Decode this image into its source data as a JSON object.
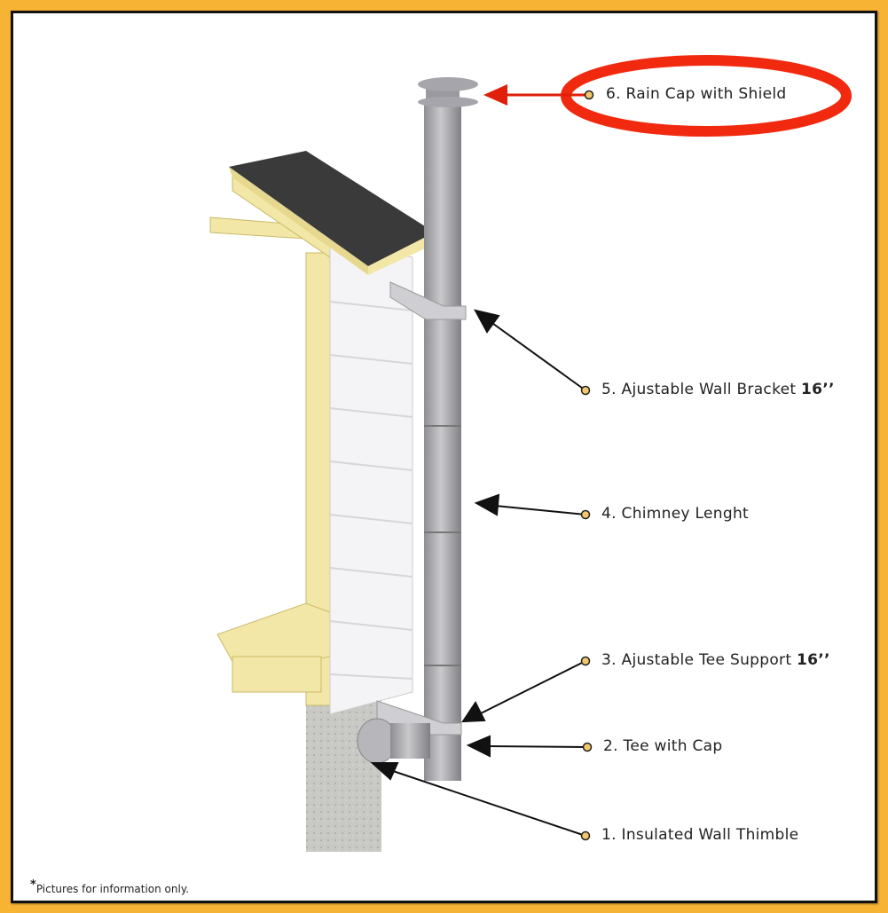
{
  "labels": [
    {
      "text": "1. Insulated Wall Thimble",
      "bold": ""
    },
    {
      "text": "2. Tee with Cap",
      "bold": ""
    },
    {
      "text": "3. Ajustable Tee Support ",
      "bold": "16’’"
    },
    {
      "text": "4. Chimney Lenght",
      "bold": ""
    },
    {
      "text": "5. Ajustable Wall Bracket ",
      "bold": "16’’"
    },
    {
      "text": "6. Rain Cap with Shield",
      "bold": ""
    }
  ],
  "highlight_color": "#f0290f",
  "border_color": "#f7b334",
  "footnote": {
    "asterisk": "*",
    "text": "Pictures for information only."
  }
}
